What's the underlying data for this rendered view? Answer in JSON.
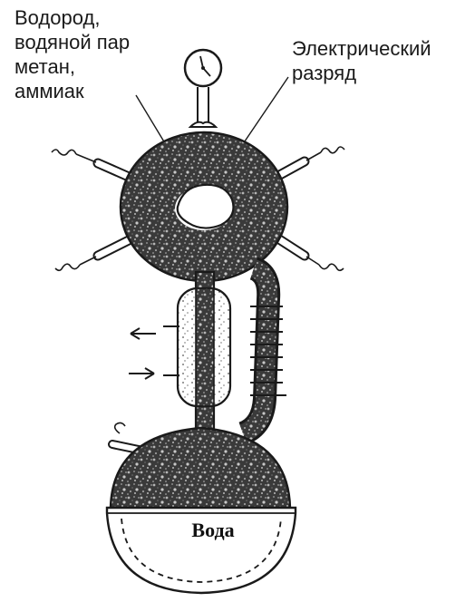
{
  "labels": {
    "gases": [
      "Водород,",
      "водяной пар",
      "метан,",
      "аммиак"
    ],
    "discharge": [
      "Электрический",
      "разряд"
    ],
    "water": "Вода"
  },
  "colors": {
    "ink": "#1a1a1a",
    "speckle_dark": "#2b2b2b",
    "speckle_light": "#9a9a9a",
    "background": "#ffffff"
  },
  "icons": {
    "gauge": "pressure-gauge-icon",
    "electrode": "electrode-icon",
    "arrow_out": "arrow-left-icon",
    "arrow_in": "arrow-right-icon"
  }
}
